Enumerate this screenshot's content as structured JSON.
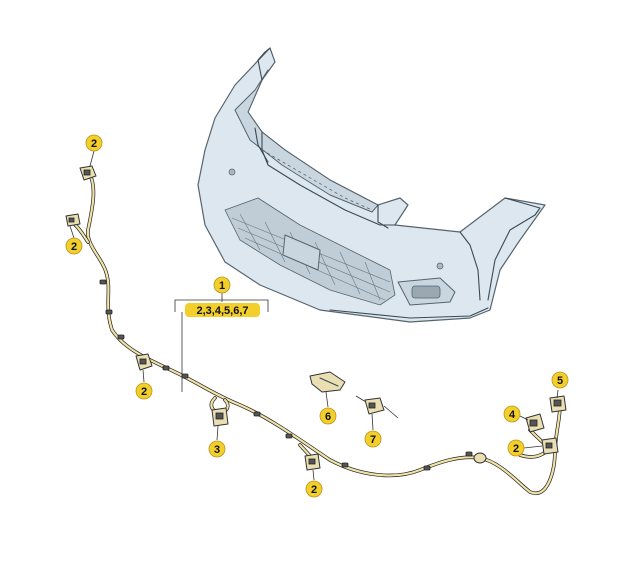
{
  "callouts": {
    "group_main": "1",
    "group_sub": "2,3,4,5,6,7",
    "sensor_top_left": "2",
    "sensor_left": "2",
    "sensor_mid_left": "2",
    "bracket_3": "3",
    "bracket_6": "6",
    "clip_7": "7",
    "sensor_bottom": "2",
    "sensor_right": "2",
    "connector_4": "4",
    "connector_5": "5"
  },
  "colors": {
    "callout_fill": "#f2cf2a",
    "harness": "#f1e3a8",
    "bumper": "#dde7ef"
  }
}
